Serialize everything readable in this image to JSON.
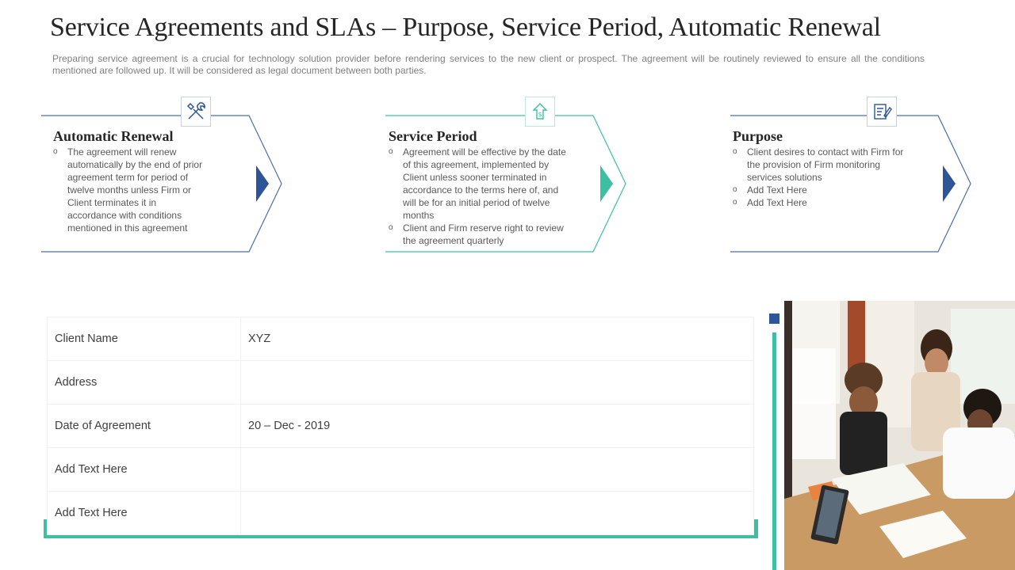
{
  "title": "Service Agreements and SLAs – Purpose, Service Period, Automatic Renewal",
  "subtitle": "Preparing service agreement is a crucial for technology solution provider before rendering services to the new client or prospect. The agreement will be routinely reviewed to ensure all the conditions mentioned are followed up. It will be considered as legal document between both parties.",
  "cards": [
    {
      "heading": "Automatic Renewal",
      "icon": "tools-icon",
      "accent": "#2e5597",
      "bullets": [
        "The agreement will renew automatically by the end of prior agreement term for period of twelve months unless Firm or Client terminates it in accordance with conditions mentioned in this agreement"
      ]
    },
    {
      "heading": "Service Period",
      "icon": "money-growth-icon",
      "accent": "#3dbfa1",
      "bullets": [
        "Agreement will be effective by the date of this agreement, implemented by Client unless sooner terminated in accordance to the terms here of, and will be for an initial period of twelve months",
        "Client and Firm reserve right to review the agreement quarterly"
      ]
    },
    {
      "heading": "Purpose",
      "icon": "document-edit-icon",
      "accent": "#2e5597",
      "bullets": [
        "Client desires to contact with Firm for the provision of Firm monitoring services solutions",
        "Add Text Here",
        "Add Text Here"
      ]
    }
  ],
  "table": {
    "rows": [
      {
        "label": "Client Name",
        "value": "XYZ"
      },
      {
        "label": "Address",
        "value": ""
      },
      {
        "label": "Date of Agreement",
        "value": "20 – Dec - 2019"
      },
      {
        "label": "Add Text Here",
        "value": ""
      },
      {
        "label": "Add Text Here",
        "value": ""
      }
    ]
  },
  "colors": {
    "blue": "#2e5597",
    "teal": "#3dbfa1"
  }
}
